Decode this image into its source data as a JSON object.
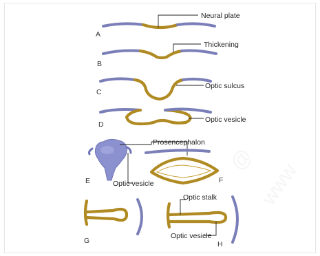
{
  "diagram": {
    "stages": [
      "A",
      "B",
      "C",
      "D",
      "E",
      "F",
      "G",
      "H"
    ],
    "labels": {
      "neural_plate": "Neural plate",
      "thickening": "Thickening",
      "optic_sulcus": "Optic sulcus",
      "optic_vesicle_d": "Optic vesicle",
      "prosencephalon": "Prosencephalon",
      "optic_vesicle_e": "Optic vesicle",
      "optic_stalk": "Optic stalk",
      "optic_vesicle_h": "Optic vesicle"
    },
    "colors": {
      "ectoderm": "#7a7fb8",
      "neural_tissue": "#e8b83a",
      "neural_outline": "#b08a22",
      "prosencephalon": "#8b90cf"
    }
  }
}
